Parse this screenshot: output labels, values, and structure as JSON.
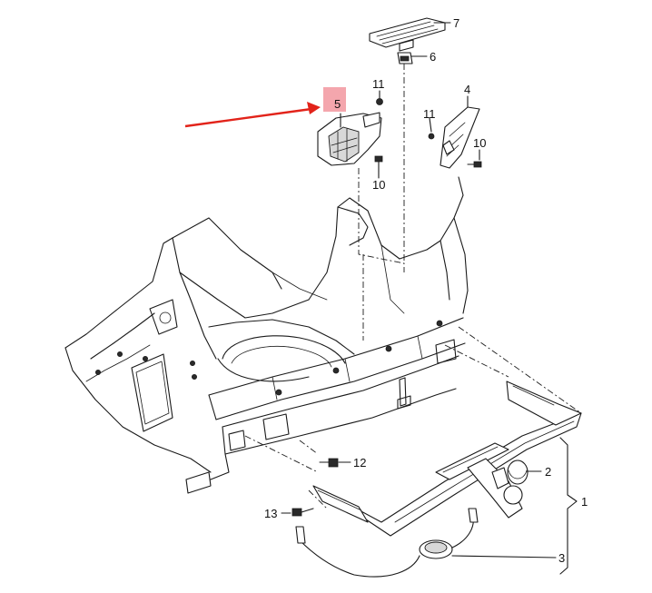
{
  "callouts": {
    "c1": "1",
    "c2": "2",
    "c3": "3",
    "c4": "4",
    "c5": "5",
    "c6": "6",
    "c7": "7",
    "c10a": "10",
    "c10b": "10",
    "c11a": "11",
    "c11b": "11",
    "c12": "12",
    "c13": "13"
  },
  "colors": {
    "highlight": "#f4a6ad",
    "arrow": "#e2231a",
    "line": "#1a1a1a"
  },
  "highlighted_part": "5"
}
